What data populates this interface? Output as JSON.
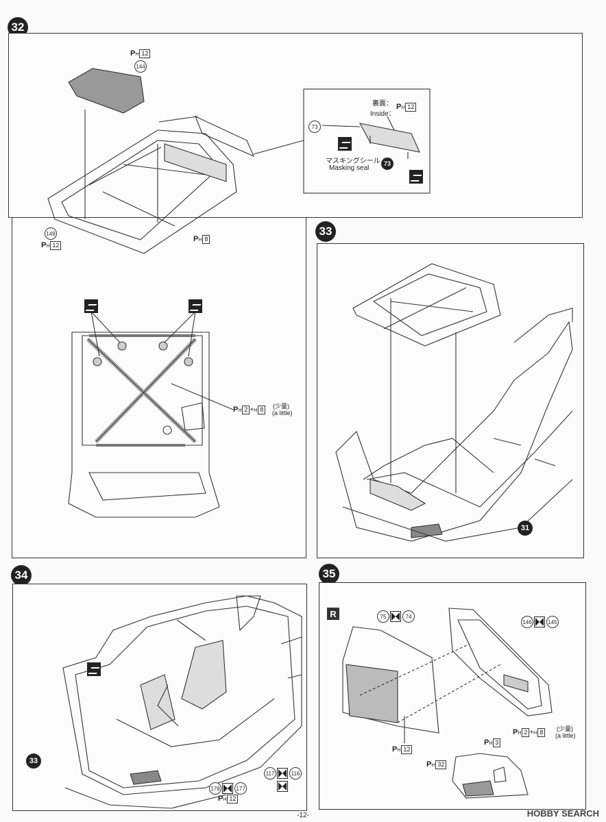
{
  "steps": {
    "s32": "32",
    "s33": "33",
    "s34": "34",
    "s35": "35"
  },
  "paint": {
    "p": "P",
    "h": "H",
    "n12": "12",
    "n8": "8",
    "n2": "2",
    "n3": "3",
    "n32": "32",
    "plus": "+",
    "h8": "H",
    "little_jp": "(少量)",
    "little_en": "(a little)"
  },
  "parts": {
    "p144": "144",
    "p149": "149",
    "p73a": "73",
    "p73b": "73",
    "p31": "31",
    "p33": "33",
    "p75": "75",
    "p74": "74",
    "p146": "146",
    "p145": "145",
    "p117": "117",
    "p116": "116",
    "p178": "178",
    "p177": "177"
  },
  "inset": {
    "inside_jp": "裏面：",
    "inside_en": "Inside：",
    "masking_jp": "マスキングシール",
    "masking_en": "Masking seal"
  },
  "r_label": "R",
  "page_number": "-12-",
  "watermark": "HOBBY SEARCH"
}
